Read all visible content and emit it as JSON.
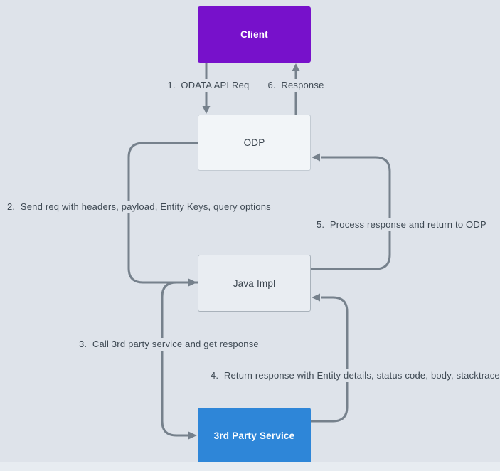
{
  "diagram": {
    "colors": {
      "background": "#dee3ea",
      "footer_strip": "#e7ecf1",
      "arrow": "#76818c",
      "label_text": "#3e4953",
      "client_fill": "#7711cb",
      "client_text": "#ffffff",
      "third_party_fill": "#2e86d8",
      "third_party_text": "#ffffff",
      "odp_fill": "#f2f5f8",
      "odp_border": "#c3cbd3",
      "java_impl_fill": "#e9edf2",
      "java_impl_border": "#a9b2bb",
      "node_text_dark": "#3a444e"
    },
    "nodes": {
      "client": {
        "label": "Client"
      },
      "odp": {
        "label": "ODP"
      },
      "java_impl": {
        "label": "Java Impl"
      },
      "third_party": {
        "label": "3rd Party Service"
      }
    },
    "edges": {
      "e1": {
        "label": "1.  ODATA API Req",
        "from": "Client",
        "to": "ODP"
      },
      "e2": {
        "label": "2.  Send req with headers, payload, Entity Keys, query options",
        "from": "ODP",
        "to": "Java Impl"
      },
      "e3": {
        "label": "3.  Call 3rd party service and get response",
        "from": "Java Impl",
        "to": "3rd Party Service"
      },
      "e4": {
        "label": "4.  Return response with Entity details, status code, body, stacktrace",
        "from": "3rd Party Service",
        "to": "Java Impl"
      },
      "e5": {
        "label": "5.  Process response and return to ODP",
        "from": "Java Impl",
        "to": "ODP"
      },
      "e6": {
        "label": "6.  Response",
        "from": "ODP",
        "to": "Client"
      }
    }
  }
}
